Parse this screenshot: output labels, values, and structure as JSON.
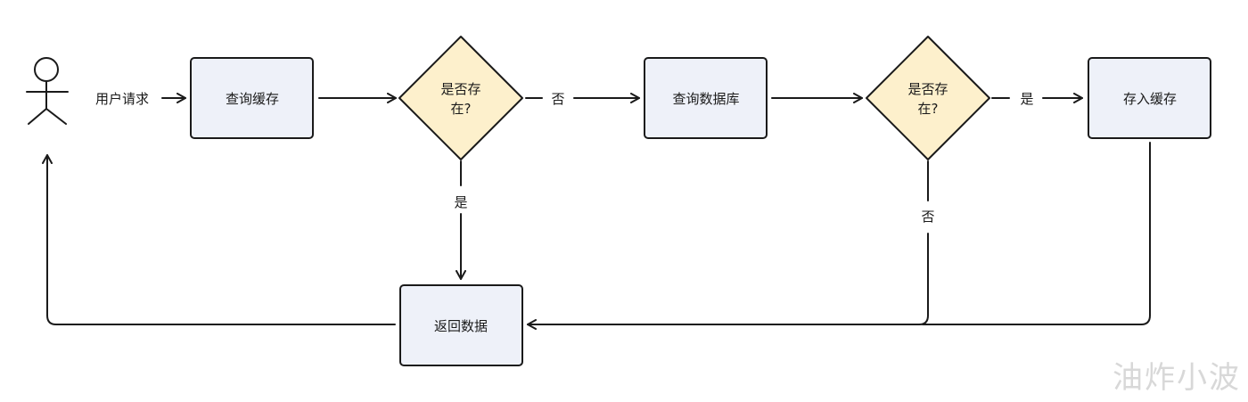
{
  "colors": {
    "process_fill": "#eef1f9",
    "decision_fill": "#fdf0cc",
    "stroke": "#1a1a1a"
  },
  "actor": {
    "icon": "person-icon",
    "label": "用户请求"
  },
  "nodes": {
    "query_cache": "查询缓存",
    "cache_decision": [
      "是否存",
      "在?"
    ],
    "query_db": "查询数据库",
    "db_decision": [
      "是否存",
      "在?"
    ],
    "store_cache": "存入缓存",
    "return_data": "返回数据"
  },
  "edge_labels": {
    "cache_no": "否",
    "cache_yes": "是",
    "db_yes": "是",
    "db_no": "否"
  },
  "watermark": "油炸小波"
}
